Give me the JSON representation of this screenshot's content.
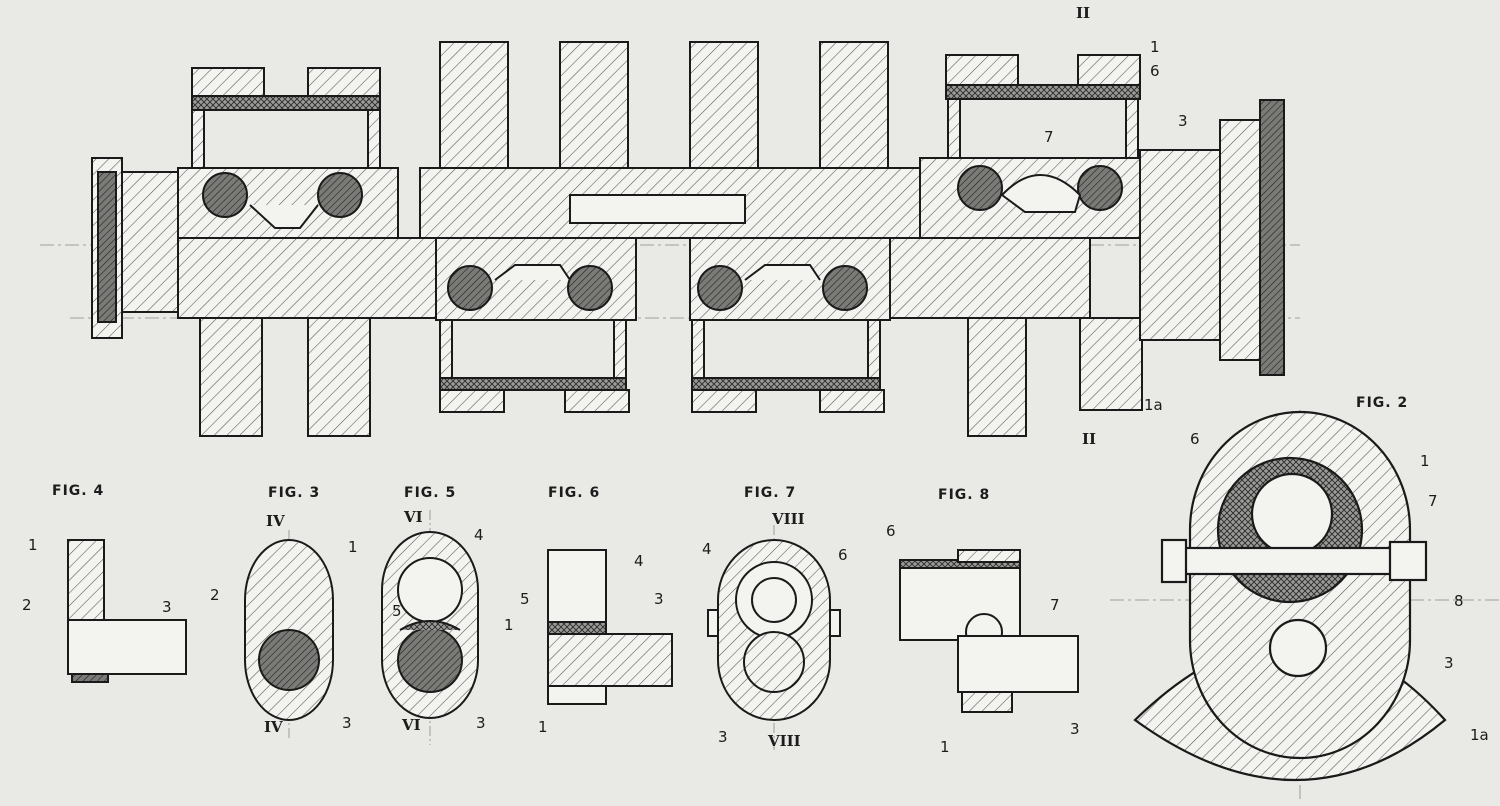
{
  "figures": {
    "fig2": "FIG. 2",
    "fig3": "FIG. 3",
    "fig4": "FIG. 4",
    "fig5": "FIG. 5",
    "fig6": "FIG. 6",
    "fig7": "FIG. 7",
    "fig8": "FIG. 8"
  },
  "section_marks": {
    "ii_top": "II",
    "ii_bottom": "II",
    "iv_top": "IV",
    "iv_bottom": "IV",
    "vi_top": "VI",
    "vi_bottom": "VI",
    "viii_top": "VIII",
    "viii_bottom": "VIII"
  },
  "numerals": {
    "n1": "1",
    "n1a": "1a",
    "n2": "2",
    "n3": "3",
    "n4": "4",
    "n5": "5",
    "n6": "6",
    "n7": "7",
    "n8": "8"
  },
  "colors": {
    "paper": "#e9e9e6",
    "ink": "#1a1a1a",
    "hatch": "#555555"
  }
}
